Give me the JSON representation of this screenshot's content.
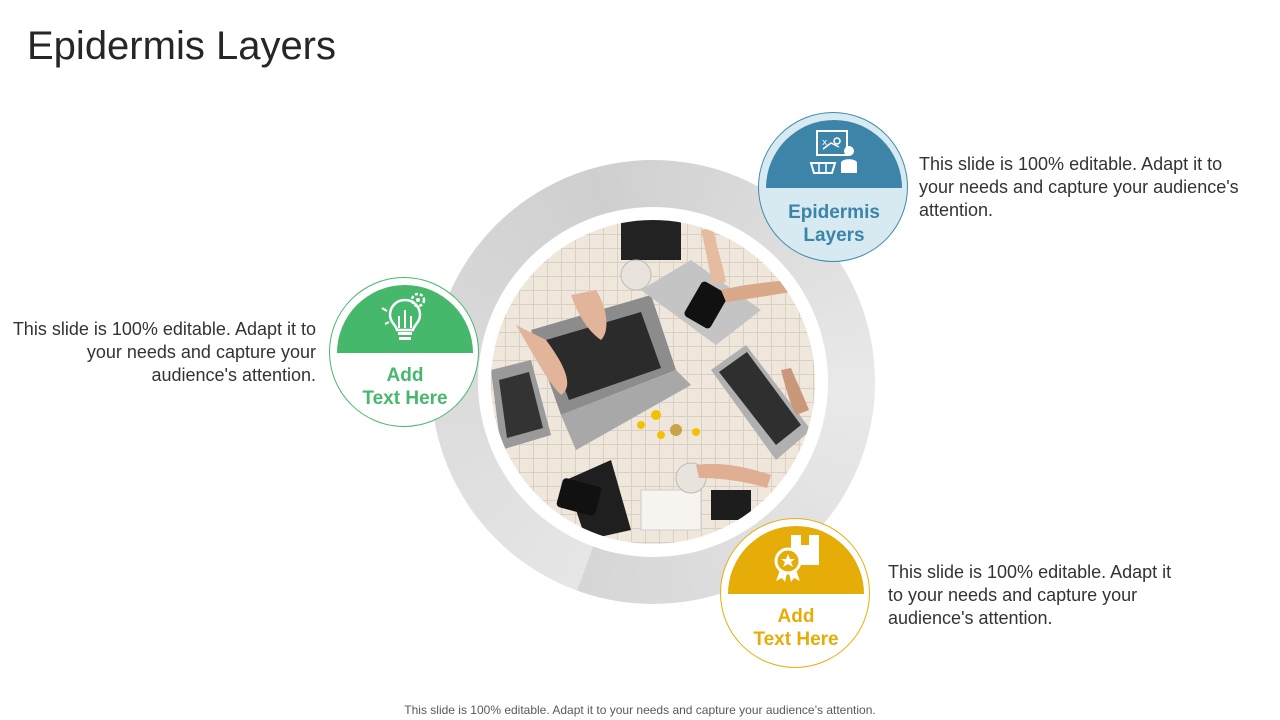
{
  "slide": {
    "title": "Epidermis Layers",
    "footer": "This slide is 100% editable. Adapt it to your needs and capture your audience’s attention."
  },
  "center_image": {
    "icon": "team-laptops-photo"
  },
  "items": [
    {
      "label_line1": "Epidermis",
      "label_line2": "Layers",
      "description": "This slide is 100% editable. Adapt it to your needs and capture your audience's attention.",
      "icon": "presentation-strategy-icon",
      "color": "#3c84a8"
    },
    {
      "label_line1": "Add",
      "label_line2": "Text Here",
      "description": "This slide is 100% editable. Adapt it to your needs and capture your audience's attention.",
      "icon": "lightbulb-gear-icon",
      "color": "#46b86c"
    },
    {
      "label_line1": "Add",
      "label_line2": "Text Here",
      "description": "This slide is 100% editable. Adapt it to your needs and capture your audience's attention.",
      "icon": "award-box-icon",
      "color": "#e6ac08"
    }
  ]
}
